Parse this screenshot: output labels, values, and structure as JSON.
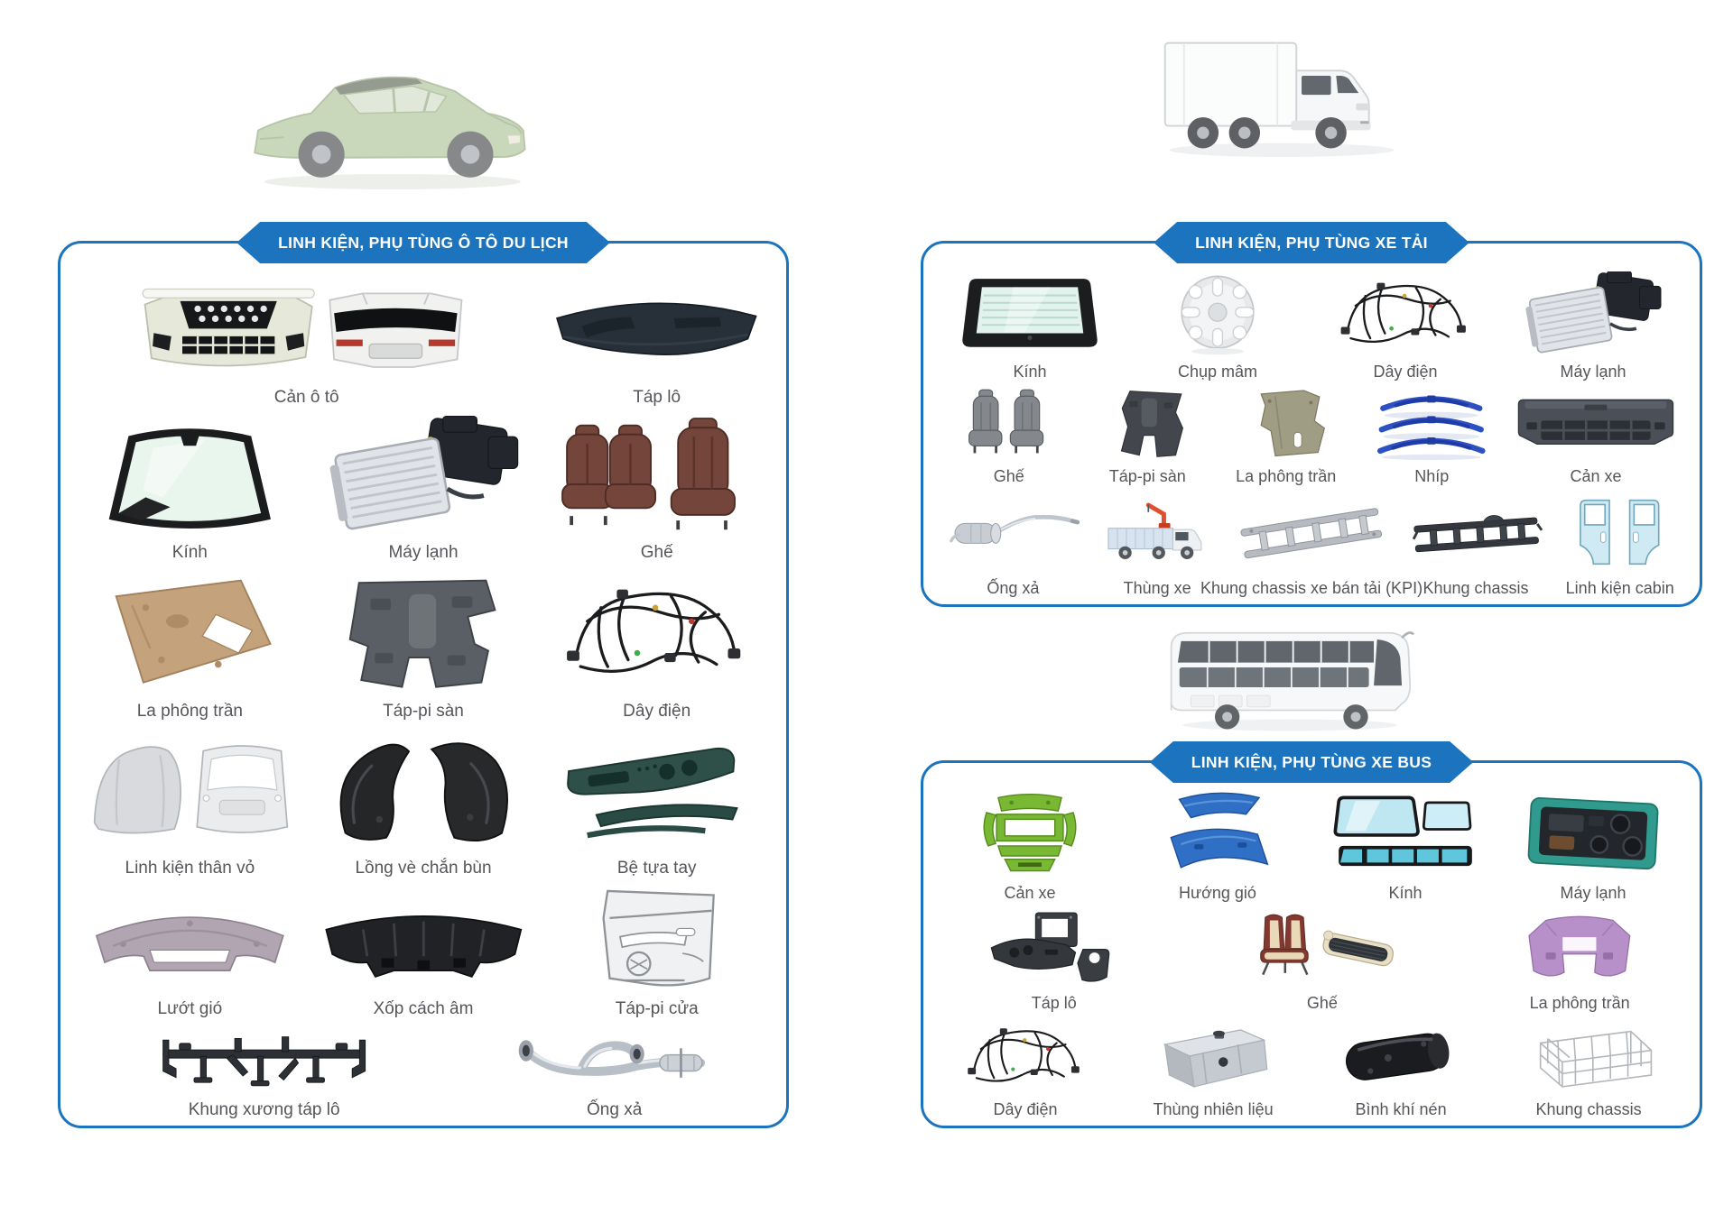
{
  "colors": {
    "banner_blue": "#1b74bd",
    "box_border": "#1b74bd",
    "banner_text": "#ffffff",
    "label": "#55565a"
  },
  "vehicles": [
    {
      "id": "suv",
      "icon": "suv-green"
    },
    {
      "id": "truck",
      "icon": "box-truck"
    },
    {
      "id": "bus",
      "icon": "bus-white"
    }
  ],
  "sections": [
    {
      "id": "car",
      "banner": "LINH KIỆN, PHỤ TÙNG Ô TÔ DU LỊCH",
      "rows": [
        {
          "h": 158,
          "items": [
            {
              "label": "Cản ô tô",
              "icon": "car-bumpers",
              "flex": 2
            },
            {
              "label": "Táp lô",
              "icon": "dashboard-top",
              "flex": 1
            }
          ]
        },
        {
          "h": 172,
          "items": [
            {
              "label": "Kính",
              "icon": "windshield",
              "flex": 1
            },
            {
              "label": "Máy lạnh",
              "icon": "ac-unit",
              "flex": 1
            },
            {
              "label": "Ghế",
              "icon": "car-seats-brown",
              "flex": 1
            }
          ]
        },
        {
          "h": 177,
          "items": [
            {
              "label": "La phông trần",
              "icon": "headliner-tan",
              "flex": 1
            },
            {
              "label": "Táp-pi sàn",
              "icon": "floor-carpet",
              "flex": 1
            },
            {
              "label": "Dây điện",
              "icon": "wiring-harness",
              "flex": 1
            }
          ]
        },
        {
          "h": 174,
          "items": [
            {
              "label": "Linh kiện thân vỏ",
              "icon": "body-panels",
              "flex": 1
            },
            {
              "label": "Lồng vè chắn bùn",
              "icon": "fender-liners",
              "flex": 1
            },
            {
              "label": "Bệ tựa tay",
              "icon": "armrest-console",
              "flex": 1
            }
          ]
        },
        {
          "h": 156,
          "items": [
            {
              "label": "Lướt gió",
              "icon": "wind-deflector",
              "flex": 1
            },
            {
              "label": "Xốp cách âm",
              "icon": "soundproof-foam",
              "flex": 1
            },
            {
              "label": "Táp-pi cửa",
              "icon": "door-panel",
              "flex": 1
            }
          ]
        },
        {
          "h": 112,
          "items": [
            {
              "label": "Khung xương táp lô",
              "icon": "dash-frame",
              "flex": 1.2
            },
            {
              "label": "Ống xả",
              "icon": "exhaust-pipe",
              "flex": 1
            }
          ]
        }
      ]
    },
    {
      "id": "truck",
      "banner": "LINH KIỆN, PHỤ TÙNG XE TẢI",
      "rows": [
        {
          "h": 128,
          "items": [
            {
              "label": "Kính",
              "icon": "rear-glass",
              "flex": 1
            },
            {
              "label": "Chụp mâm",
              "icon": "wheel-cover",
              "flex": 1
            },
            {
              "label": "Dây điện",
              "icon": "wiring-harness",
              "flex": 1
            },
            {
              "label": "Máy lạnh",
              "icon": "ac-unit",
              "flex": 1
            }
          ]
        },
        {
          "h": 116,
          "items": [
            {
              "label": "Ghế",
              "icon": "gray-seats",
              "flex": 1
            },
            {
              "label": "Táp-pi sàn",
              "icon": "floor-dark",
              "flex": 0.9
            },
            {
              "label": "La phông trần",
              "icon": "olive-panel",
              "flex": 1
            },
            {
              "label": "Nhíp",
              "icon": "leaf-springs",
              "flex": 1
            },
            {
              "label": "Cản xe",
              "icon": "truck-bumper",
              "flex": 1.25
            }
          ]
        },
        {
          "h": 124,
          "items": [
            {
              "label": "Ống xả",
              "icon": "muffler",
              "flex": 1.15
            },
            {
              "label": "Thùng xe",
              "icon": "truck-bed",
              "flex": 1
            },
            {
              "label": "Khung chassis xe bán tải (KPI)",
              "icon": "ladder-frame-gray",
              "flex": 1.3
            },
            {
              "label": "Khung chassis",
              "icon": "ladder-frame-dark",
              "flex": 1.15
            },
            {
              "label": "Linh kiện cabin",
              "icon": "cabin-parts",
              "flex": 1
            }
          ]
        }
      ]
    },
    {
      "id": "bus",
      "banner": "LINH KIỆN, PHỤ TÙNG XE BUS",
      "rows": [
        {
          "h": 130,
          "items": [
            {
              "label": "Cản xe",
              "icon": "bus-front-green",
              "flex": 1
            },
            {
              "label": "Hướng gió",
              "icon": "bus-deflector-blue",
              "flex": 1
            },
            {
              "label": "Kính",
              "icon": "bus-glass",
              "flex": 1
            },
            {
              "label": "Máy lạnh",
              "icon": "bus-ac-teal",
              "flex": 1
            }
          ]
        },
        {
          "h": 122,
          "items": [
            {
              "label": "Táp lô",
              "icon": "bus-dash-dark",
              "flex": 1.1
            },
            {
              "label": "Ghế",
              "icon": "bus-seats",
              "flex": 1.4
            },
            {
              "label": "La phông trần",
              "icon": "headliner-purple",
              "flex": 1
            }
          ]
        },
        {
          "h": 118,
          "items": [
            {
              "label": "Dây điện",
              "icon": "wiring-harness",
              "flex": 1
            },
            {
              "label": "Thùng nhiên liệu",
              "icon": "fuel-tank",
              "flex": 1.1
            },
            {
              "label": "Bình khí nén",
              "icon": "air-tank",
              "flex": 1
            },
            {
              "label": "Khung chassis",
              "icon": "bus-skeleton",
              "flex": 1.1
            }
          ]
        }
      ]
    }
  ]
}
